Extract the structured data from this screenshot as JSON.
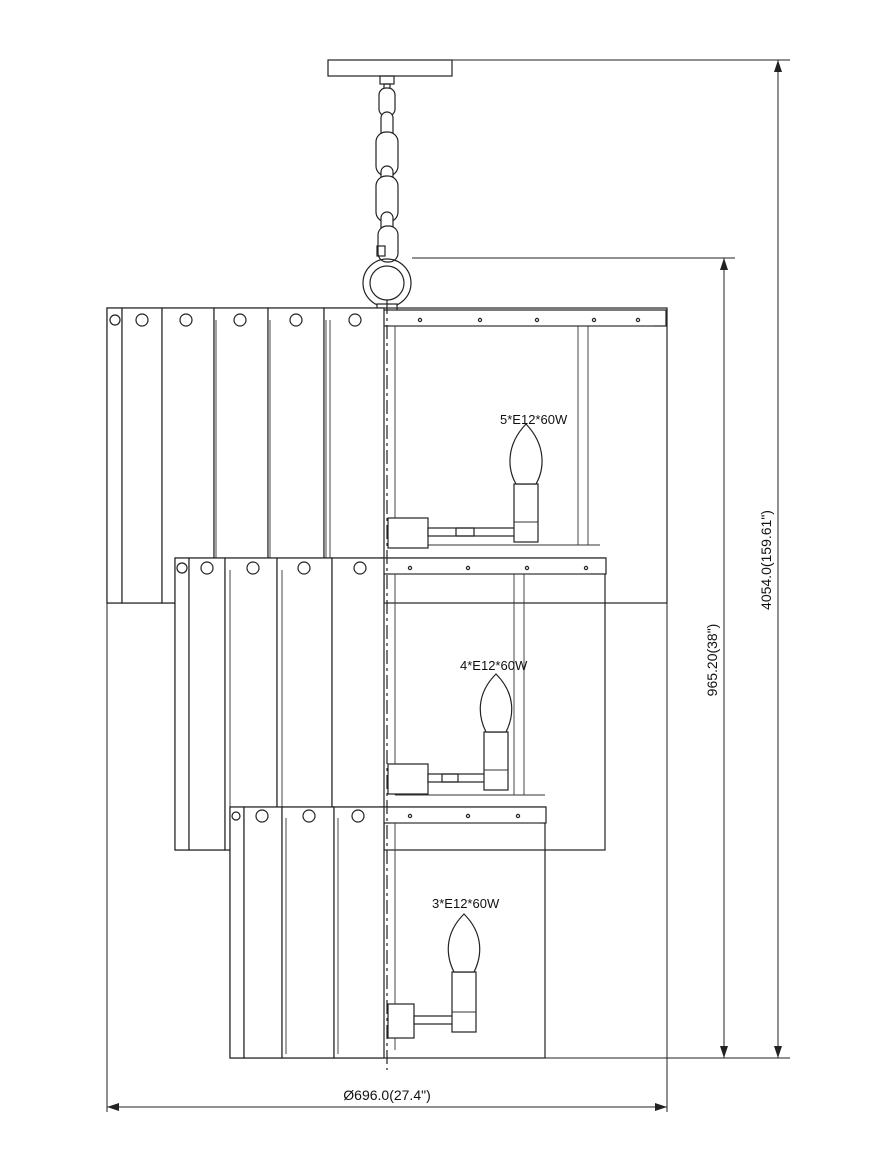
{
  "labels": {
    "tier1_bulbs": "5*E12*60W",
    "tier2_bulbs": "4*E12*60W",
    "tier3_bulbs": "3*E12*60W"
  },
  "dimensions": {
    "overall_height": "4054.0(159.61\")",
    "body_height": "965.20(38\")",
    "diameter": "Ø696.0(27.4\")"
  }
}
